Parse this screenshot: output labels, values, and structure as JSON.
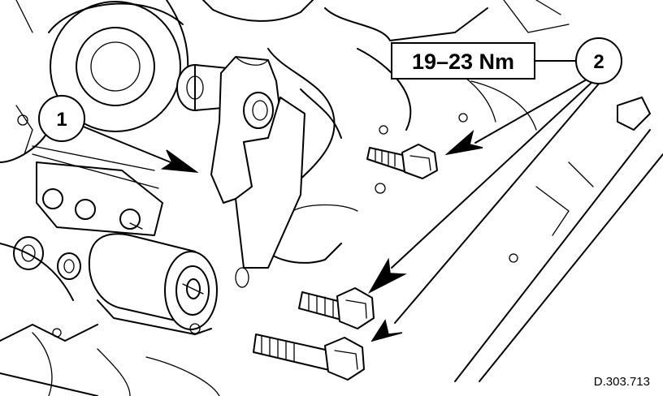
{
  "callouts": {
    "item_1": "1",
    "item_2": "2"
  },
  "torque_spec": "19–23 Nm",
  "reference_code": "D.303.713",
  "colors": {
    "line": "#000000",
    "background": "#ffffff"
  },
  "icons": [
    "bolt-icon",
    "arrow-icon"
  ]
}
